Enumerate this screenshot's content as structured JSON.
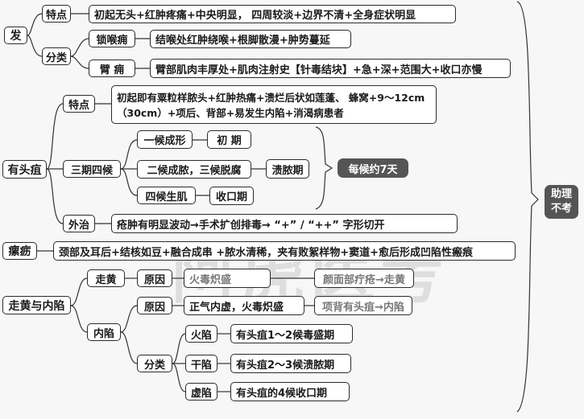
{
  "wm": "阿虎医考",
  "fa": {
    "root": "发",
    "tedian": "特点",
    "tedian_text": "初起无头+红肿疼痛+中央明显， 四周较淡+边界不清+全身症状明显",
    "fenlei": "分类",
    "suohou": "锁喉痈",
    "suohou_text": "结喉处红肿绕喉+根脚散漫+肿势蔓延",
    "bi": "臂   痈",
    "bi_text": "臂部肌肉丰厚处+肌肉注射史【针毒结块】+急+深+范围大+收口亦慢"
  },
  "youtou": {
    "root": "有头疽",
    "tedian": "特点",
    "tedian_text": "初起即有粟粒样脓头+红肿热痛+溃烂后状如莲蓬、 蜂窝+9～12cm（30cm）+项后、背部+易发生内陷+消渴病患者",
    "sanqi": "三期四候",
    "hou1": "一候成形",
    "chuqi": "初   期",
    "hou23": "二候成脓，三候脱腐",
    "kuinong": "溃脓期",
    "hou4": "四候生肌",
    "shoukou": "收口期",
    "meihou": "每候约7天",
    "waizhi": "外治",
    "waizhi_text": "疮肿有明显波动→手术扩创排毒→  “+” /  “++”  字形切开"
  },
  "luo": {
    "root": "瘰疬",
    "text": "颈部及耳后+结核如豆+融合成串 +脓水清稀，夹有败絮样物+窦道+愈后形成凹陷性瘢痕"
  },
  "zouhuang": {
    "root": "走黄与内陷",
    "zh": "走黄",
    "zh_yuanyin": "原因",
    "zh_cause": "火毒炽盛",
    "zh_ex": "颜面部疔疮→走黄",
    "nx": "内陷",
    "nx_yuanyin": "原因",
    "nx_cause": "正气内虚，火毒炽盛",
    "nx_ex": "项背有头疽→内陷",
    "fenlei": "分类",
    "huo": "火陷",
    "huo_text": "有头疽1～2候毒盛期",
    "gan": "干陷",
    "gan_text": "有头疽2～3候溃脓期",
    "xu": "虚陷",
    "xu_text": "有头疽的4候收口期"
  },
  "zhuli": "助理\n不考"
}
